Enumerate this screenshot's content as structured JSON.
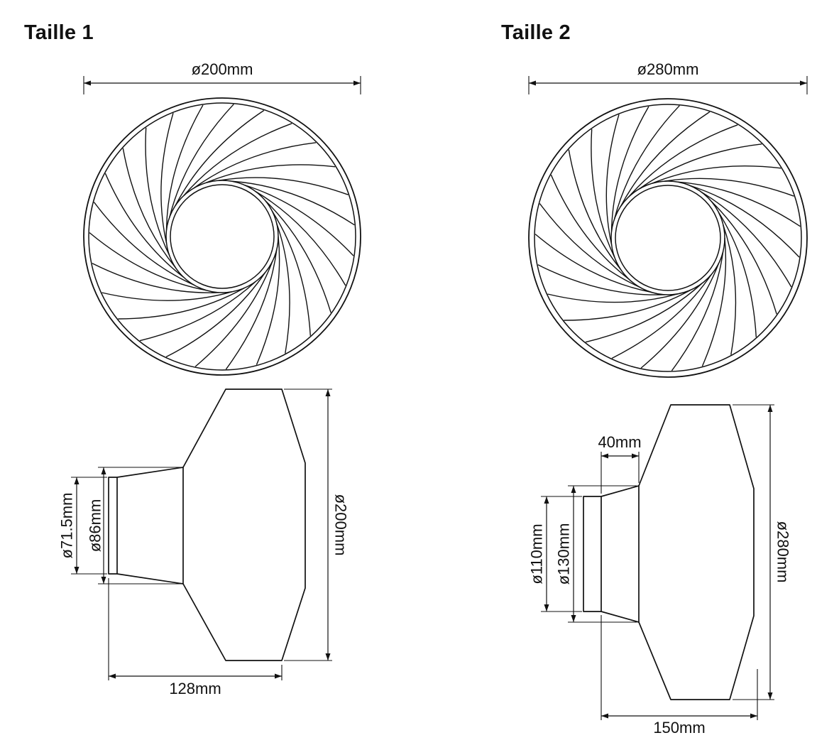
{
  "page": {
    "background_color": "#ffffff",
    "line_color": "#111111"
  },
  "sizes": [
    {
      "title": "Taille 1",
      "front": {
        "diameter_label": "ø200mm"
      },
      "side": {
        "inner_diameter_label": "ø71.5mm",
        "flange_diameter_label": "ø86mm",
        "body_diameter_label": "ø200mm",
        "depth_label": "128mm"
      }
    },
    {
      "title": "Taille 2",
      "front": {
        "diameter_label": "ø280mm"
      },
      "side": {
        "mount_depth_label": "40mm",
        "inner_diameter_label": "ø110mm",
        "flange_diameter_label": "ø130mm",
        "body_diameter_label": "ø280mm",
        "depth_label": "150mm"
      }
    }
  ]
}
